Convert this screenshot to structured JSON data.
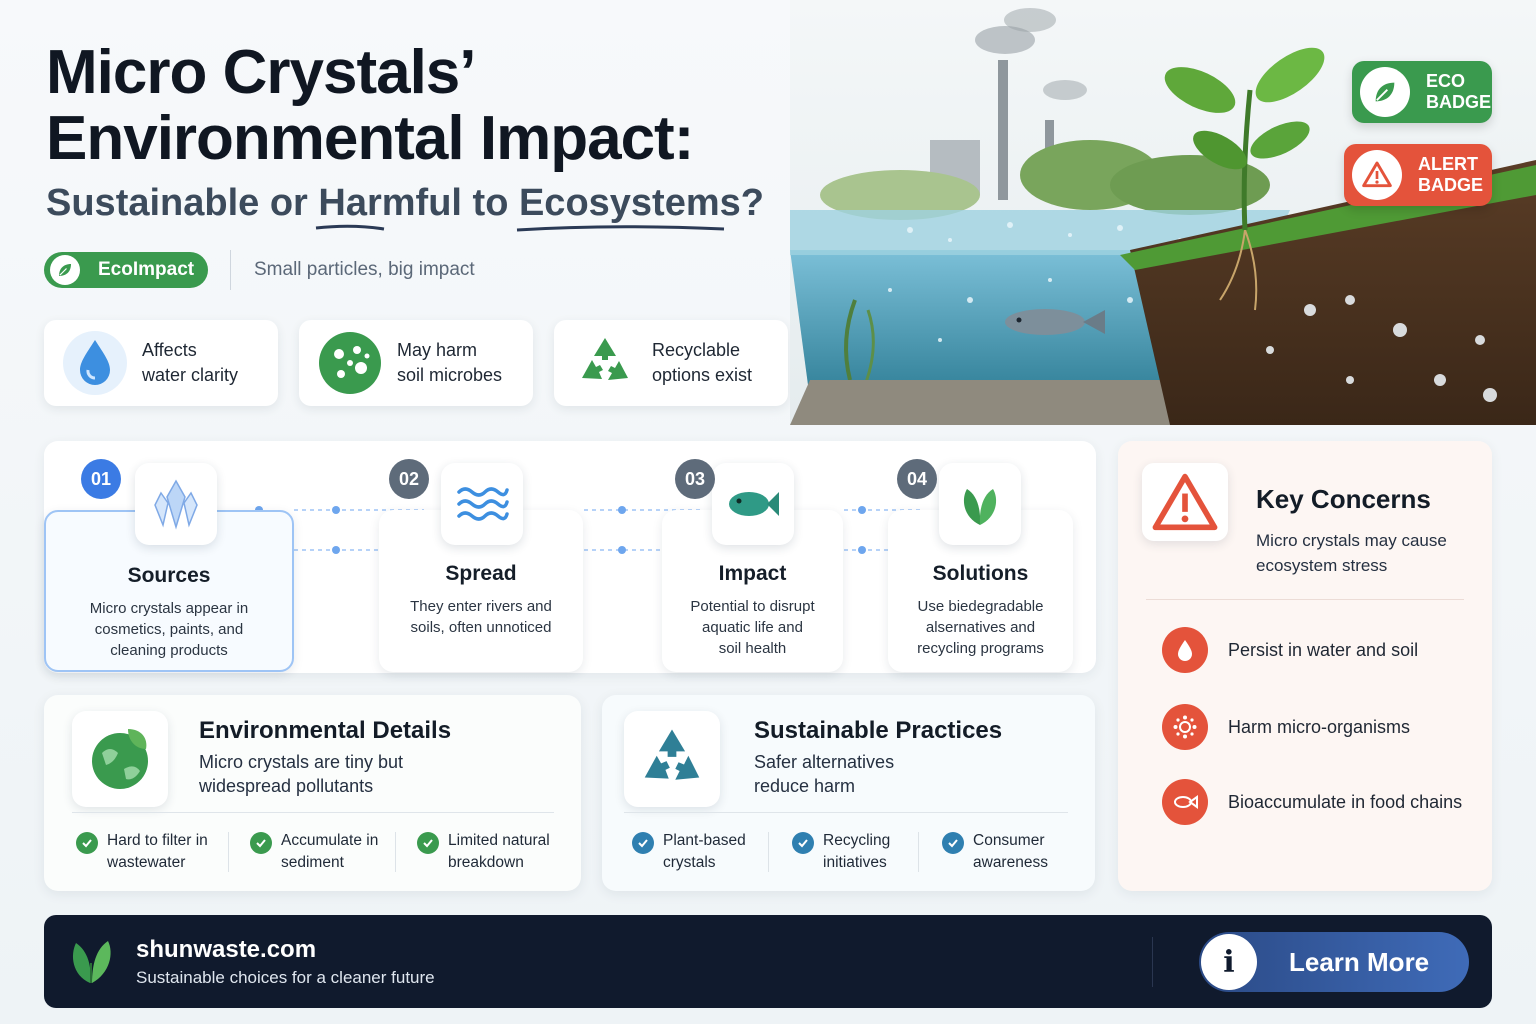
{
  "header": {
    "title_line1": "Micro Crystals’",
    "title_line2": "Environmental Impact:",
    "subtitle": "Sustainable or Harmful to Ecosystems?",
    "pill_label": "EcoImpact",
    "tagline": "Small particles, big impact"
  },
  "features": [
    {
      "line1": "Affects",
      "line2": "water clarity",
      "icon": "water-drop-icon"
    },
    {
      "line1": "May harm",
      "line2": "soil microbes",
      "icon": "microbe-icon"
    },
    {
      "line1": "Recyclable",
      "line2": "options exist",
      "icon": "recycle-icon"
    }
  ],
  "badges": {
    "eco": {
      "line1": "ECO",
      "line2": "BADGE",
      "color": "#3a9a4e"
    },
    "alert": {
      "line1": "ALERT",
      "line2": "BADGE",
      "color": "#e4533b"
    }
  },
  "steps": [
    {
      "num": "01",
      "title": "Sources",
      "l1": "Micro crystals appear in",
      "l2": "cosmetics, paints, and",
      "l3": "cleaning products",
      "icon": "crystal-icon"
    },
    {
      "num": "02",
      "title": "Spread",
      "l1": "They enter rivers and",
      "l2": "soils, often unnoticed",
      "icon": "waves-icon"
    },
    {
      "num": "03",
      "title": "Impact",
      "l1": "Potential to disrupt",
      "l2": "aquatic life and",
      "l3": "soil health",
      "icon": "fish-icon"
    },
    {
      "num": "04",
      "title": "Solutions",
      "l1": "Use biedegradable",
      "l2": "alsernatives and",
      "l3": "recycling programs",
      "icon": "leaf-icon"
    }
  ],
  "env_details": {
    "title": "Environmental Details",
    "desc1": "Micro crystals are tiny but",
    "desc2": "widespread pollutants",
    "checks": [
      {
        "l1": "Hard to filter in",
        "l2": "wastewater"
      },
      {
        "l1": "Accumulate in",
        "l2": "sediment"
      },
      {
        "l1": "Limited natural",
        "l2": "breakdown"
      }
    ]
  },
  "sustainable": {
    "title": "Sustainable Practices",
    "desc1": "Safer alternatives",
    "desc2": "reduce harm",
    "checks": [
      {
        "l1": "Plant-based",
        "l2": "crystals"
      },
      {
        "l1": "Recycling",
        "l2": "initiatives"
      },
      {
        "l1": "Consumer",
        "l2": "awareness"
      }
    ]
  },
  "key_concerns": {
    "title": "Key Concerns",
    "desc1": "Micro crystals may cause",
    "desc2": "ecosystem stress",
    "items": [
      {
        "label": "Persist in water and soil",
        "icon": "drop-icon"
      },
      {
        "label": "Harm micro-organisms",
        "icon": "microorganism-icon"
      },
      {
        "label": "Bioaccumulate in food chains",
        "icon": "fish-icon"
      }
    ]
  },
  "footer": {
    "site": "shunwaste.com",
    "tagline": "Sustainable choices for a cleaner future",
    "button": "Learn More"
  },
  "colors": {
    "green": "#3a9a4e",
    "red": "#e4533b",
    "blue": "#3b7be4",
    "navy": "#101a2d"
  }
}
